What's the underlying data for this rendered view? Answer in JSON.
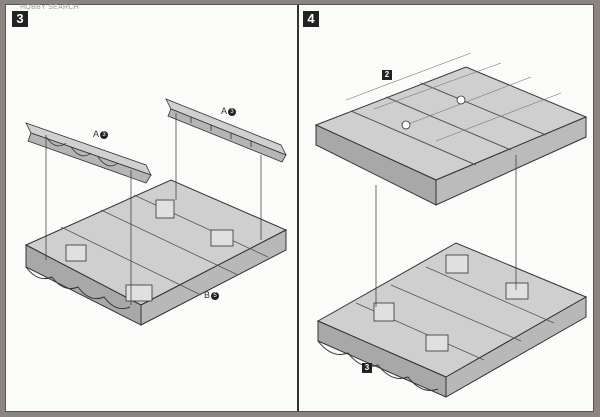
{
  "watermark": "HOBBY SEARCH",
  "steps": [
    {
      "number": "3"
    },
    {
      "number": "4"
    }
  ],
  "step3": {
    "label_a_left": {
      "letter": "A",
      "num": "3"
    },
    "label_a_right": {
      "letter": "A",
      "num": "3"
    },
    "label_b": {
      "letter": "B",
      "num": "5"
    }
  },
  "step4": {
    "tag_top": "2",
    "tag_bottom": "3"
  },
  "colors": {
    "part": "#c9c9c9",
    "part_dark": "#9a9a9a",
    "outline": "#333333",
    "background": "#8a8580"
  }
}
